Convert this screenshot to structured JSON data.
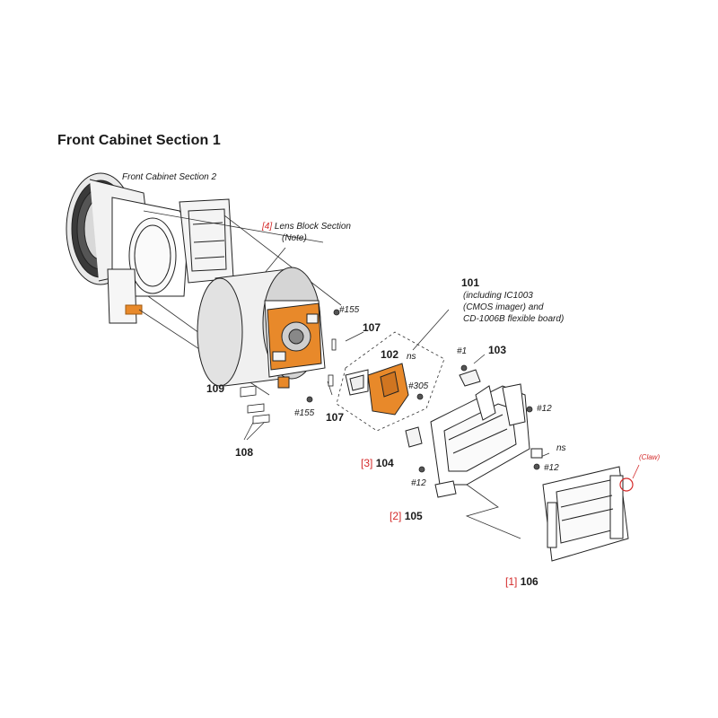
{
  "title": "Front Cabinet Section 1",
  "labels": {
    "front_cabinet_2": "Front Cabinet Section 2",
    "lens_block_ref": "[4]",
    "lens_block_line1": "Lens Block Section",
    "lens_block_line2": "(Note)",
    "part_101": "101",
    "part_101_line1": "(including IC1003",
    "part_101_line2": "(CMOS imager) and",
    "part_101_line3": "CD-1006B flexible board)",
    "part_102": "102",
    "part_103": "103",
    "part_104": "104",
    "ref_104": "[3]",
    "part_105": "105",
    "ref_105": "[2]",
    "part_106": "106",
    "ref_106": "[1]",
    "part_107_upper": "107",
    "part_107_lower": "107",
    "part_108": "108",
    "part_109": "109",
    "ns_upper": "ns",
    "ns_lower": "ns",
    "screw_155_upper": "#155",
    "screw_155_lower": "#155",
    "screw_305": "#305",
    "screw_1": "#1",
    "screw_12_a": "#12",
    "screw_12_b": "#12",
    "screw_12_c": "#12",
    "claw": "(Claw)"
  },
  "colors": {
    "accent_orange": "#e8892a",
    "reference_red": "#d42a2a",
    "line": "#333333"
  }
}
